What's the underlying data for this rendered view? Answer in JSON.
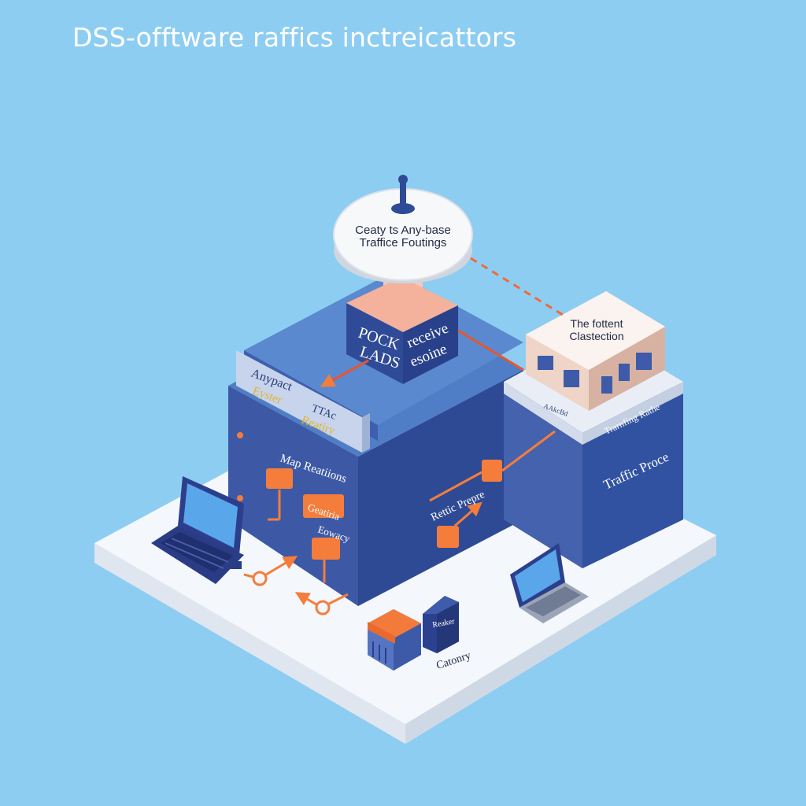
{
  "title": "DSS-offtware raffics inctreicattors",
  "dish": {
    "line1": "Ceaty ts Any-base",
    "line2": "Traffice Foutings"
  },
  "cube_left": {
    "line1": "POCK",
    "line2": "LADS"
  },
  "cube_right": {
    "line1": "receive",
    "line2": "esoine"
  },
  "panel": {
    "line1": "Anypact",
    "line2": "Eyster",
    "line3": "TTAc",
    "line4": "Reatiry"
  },
  "front_face": {
    "title": "Map Reatiions",
    "tag1": "Geatiria",
    "tag2": "Eowacy"
  },
  "side_face": {
    "label": "Rettic Prepre"
  },
  "house": {
    "line1": "The fottent",
    "line2": "Clastection",
    "base_left": "AAkcBd",
    "base_right": "Trarnfing Rathe"
  },
  "tower": {
    "label": "Traffic Proce"
  },
  "server_small": {
    "label": "Reaker"
  },
  "category": {
    "label": "Catonry"
  },
  "colors": {
    "background": "#8ecdf2",
    "navy": "#354f9a",
    "orange": "#f47d3c",
    "platform": "#f4f7fb"
  },
  "icons": [
    "antenna-icon",
    "laptop-icon",
    "server-icon",
    "arrow-icon",
    "window-icon"
  ]
}
